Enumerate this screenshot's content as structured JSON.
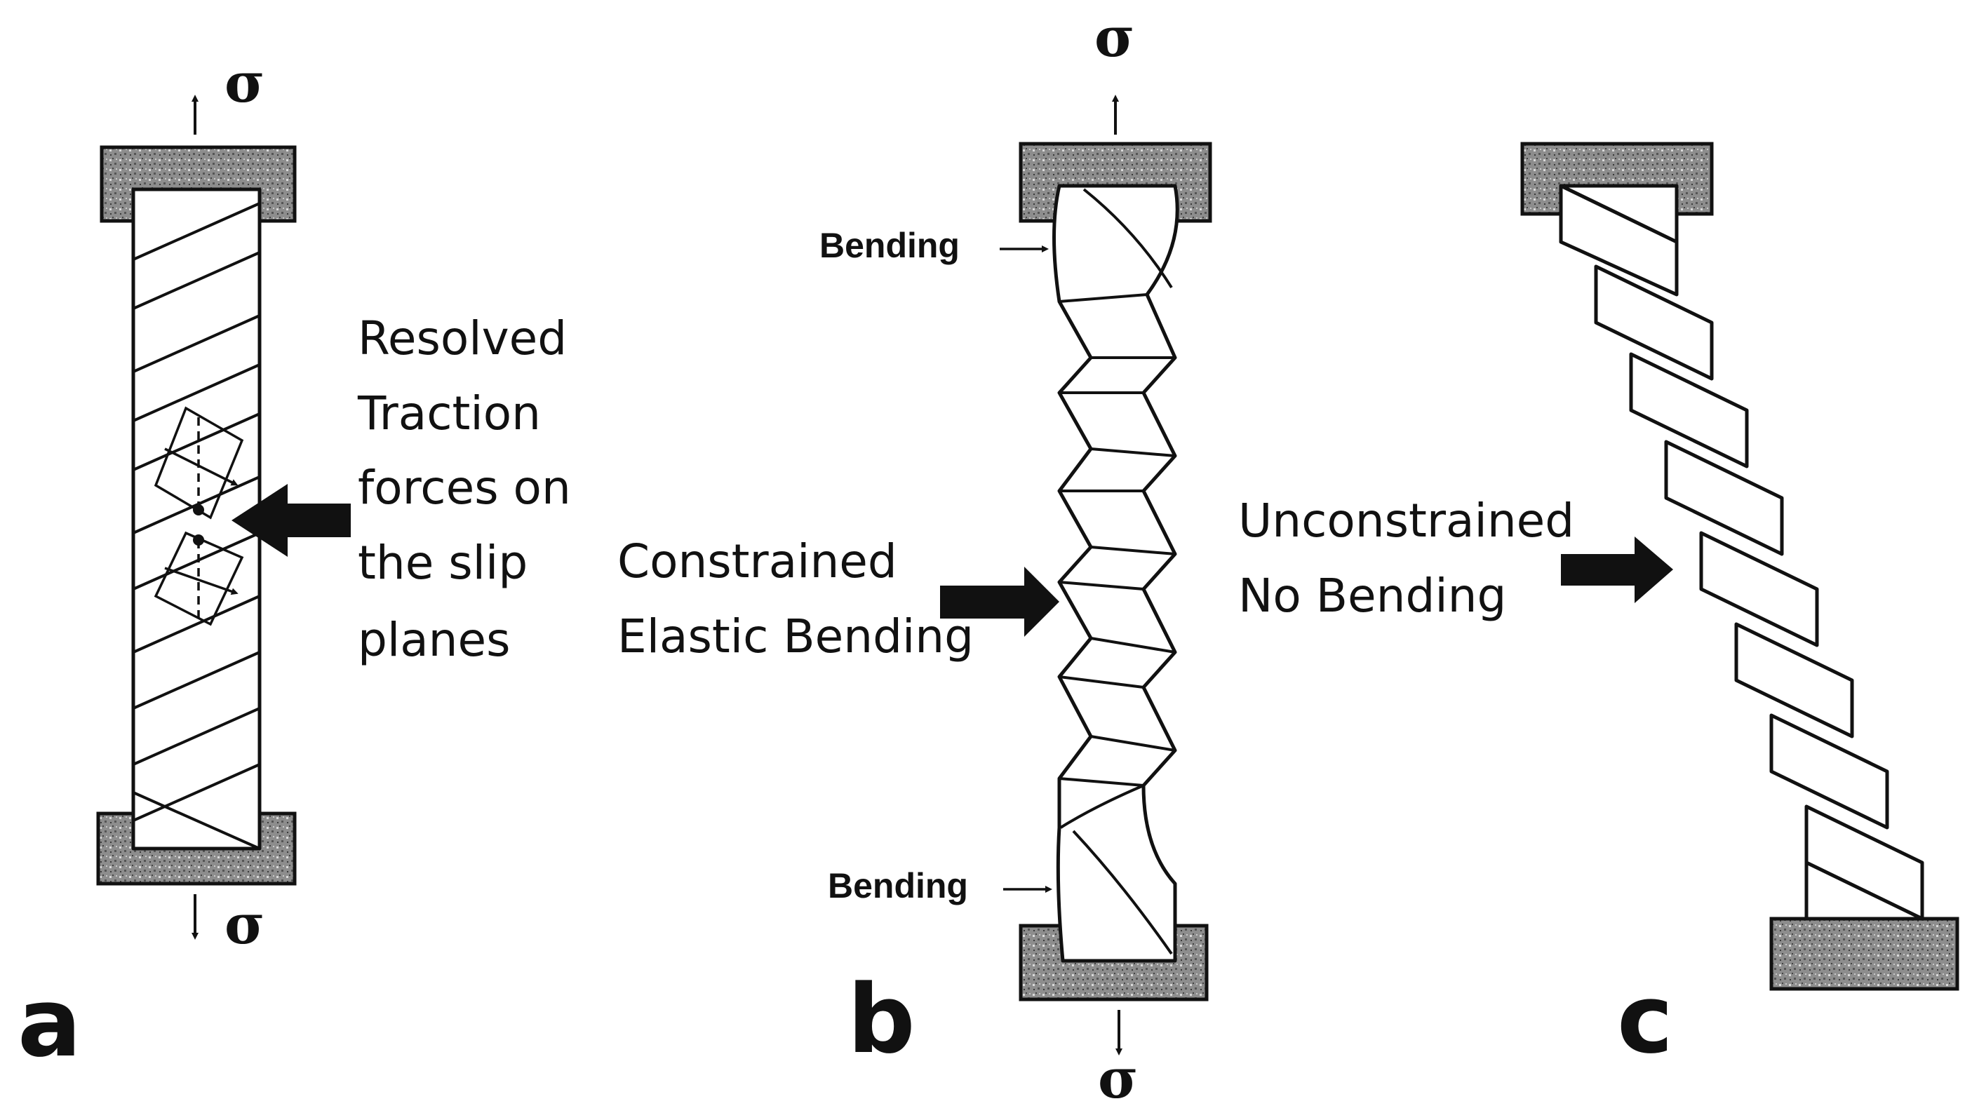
{
  "panels": {
    "a": {
      "letter": "a",
      "sigma_top": "σ",
      "sigma_bottom": "σ",
      "annotation": [
        "Resolved",
        "Traction",
        "forces on",
        "the slip",
        "planes"
      ]
    },
    "b": {
      "letter": "b",
      "sigma_top": "σ",
      "sigma_bottom": "σ",
      "bending_top": "Bending",
      "bending_bottom": "Bending",
      "annotation": [
        "Constrained",
        "Elastic Bending"
      ]
    },
    "c": {
      "letter": "c",
      "annotation": [
        "Unconstrained",
        "No Bending"
      ]
    }
  }
}
